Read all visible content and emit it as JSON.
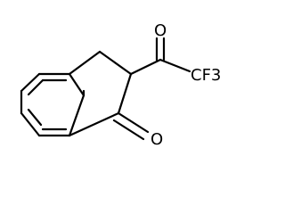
{
  "molecule": {
    "atoms": {
      "ketone_oxygen": "O",
      "acyl_oxygen": "O",
      "trifluoromethyl": "CF3"
    }
  }
}
